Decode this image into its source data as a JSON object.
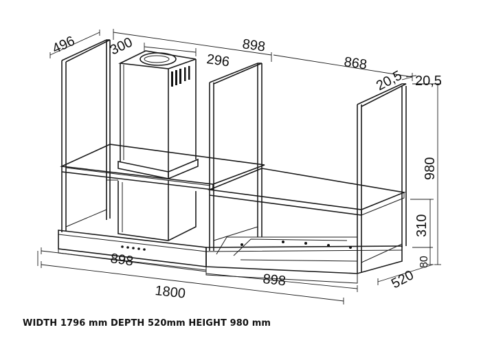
{
  "dimensions": {
    "d496": "496",
    "d300": "300",
    "d898_top": "898",
    "d296": "296",
    "d868": "868",
    "d20_5_a": "20,5",
    "d20_5_b": "20,5",
    "d980": "980",
    "d310": "310",
    "d80": "80",
    "d520": "520",
    "d898_left": "898",
    "d898_right": "898",
    "d1800": "1800"
  },
  "caption": "WIDTH 1796 mm DEPTH 520mm HEIGHT 980 mm"
}
